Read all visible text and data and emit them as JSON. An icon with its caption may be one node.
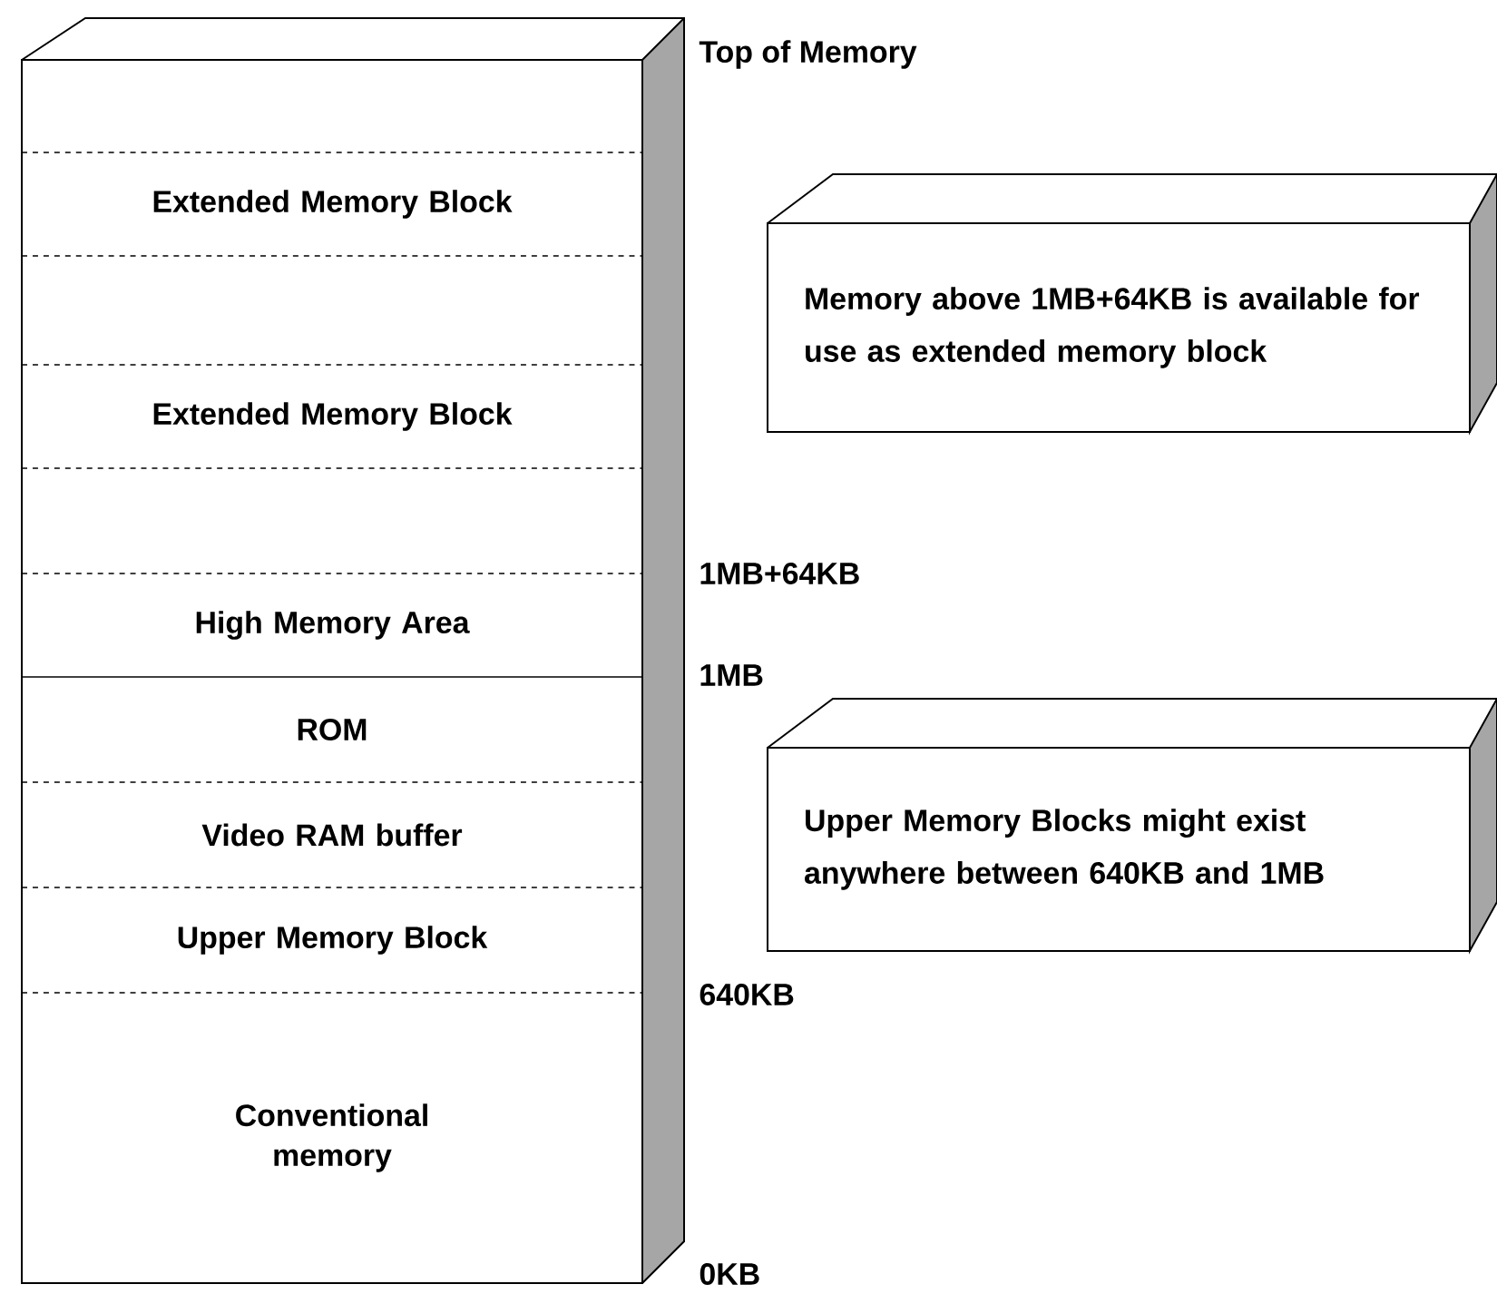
{
  "diagram": {
    "nodes": [
      {
        "text": [
          "Extended Memory Block"
        ]
      },
      {
        "text": [
          "Extended Memory Block"
        ]
      },
      {
        "text": [
          "High Memory Area"
        ]
      },
      {
        "text": [
          "ROM"
        ]
      },
      {
        "text": [
          "Video RAM buffer"
        ]
      },
      {
        "text": [
          "Upper Memory Block"
        ]
      },
      {
        "text": [
          "Conventional memory"
        ]
      },
      {
        "text": [
          "Memory above 1MB+64KB is available for use as extended memory block"
        ]
      },
      {
        "text": [
          "Upper Memory Blocks might exist anywhere between 640KB and 1MB"
        ]
      }
    ],
    "labels": [
      "Top of Memory",
      "1MB+64KB",
      "1MB",
      "640KB",
      "0KB"
    ]
  }
}
